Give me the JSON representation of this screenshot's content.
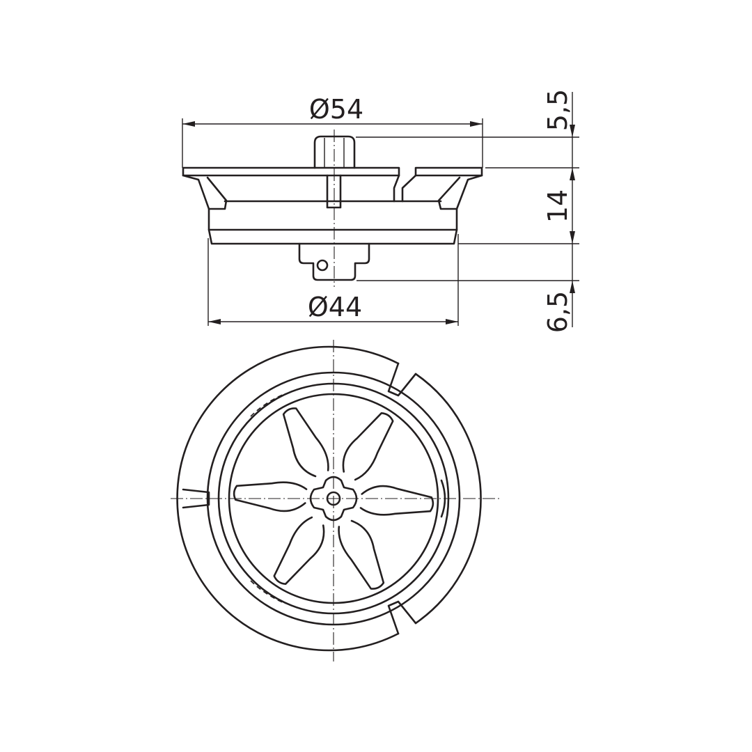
{
  "drawing": {
    "dimensions": {
      "top_diameter": "Ø54",
      "bottom_diameter": "Ø44",
      "knob_height": "5,5",
      "body_height": "14",
      "stem_height": "6,5"
    },
    "colors": {
      "line": "#231f20",
      "background": "#ffffff"
    }
  }
}
